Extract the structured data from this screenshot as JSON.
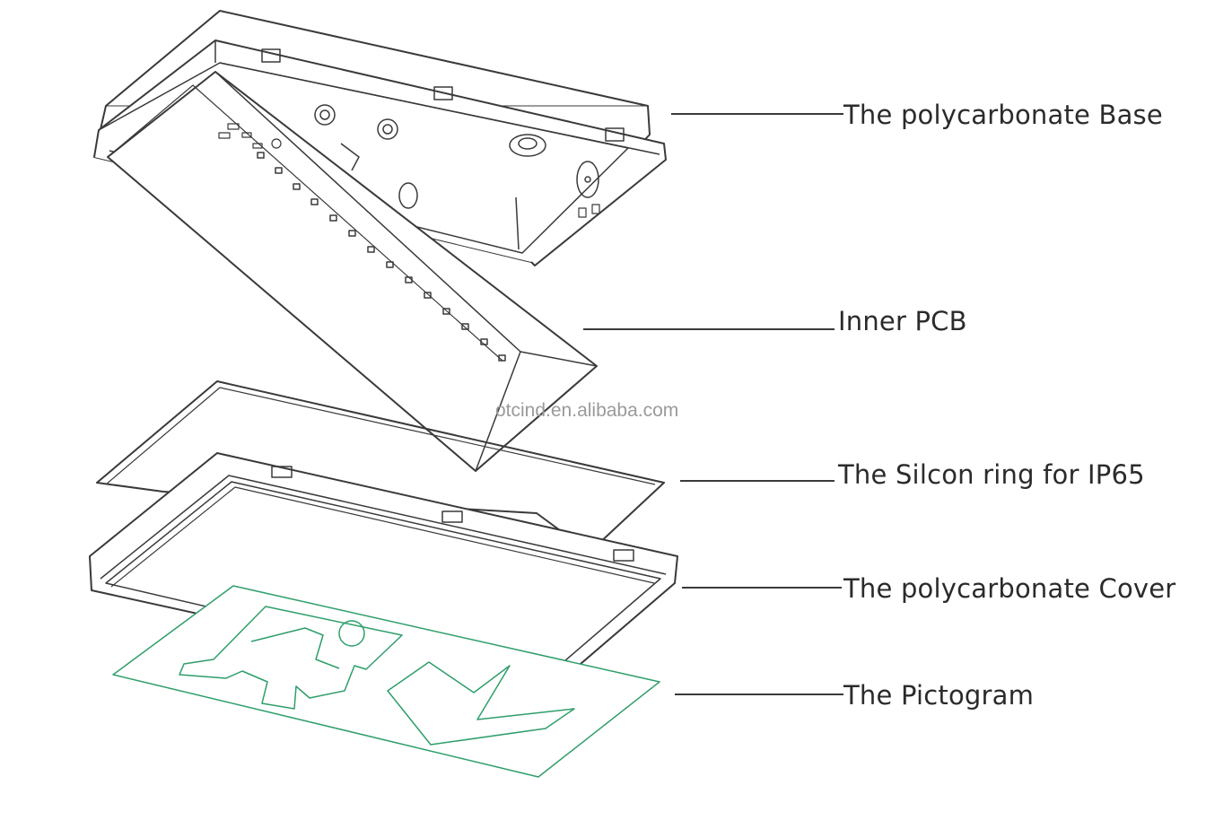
{
  "labels": {
    "base": "The polycarbonate Base",
    "pcb": "Inner PCB",
    "ring": "The Silcon ring for IP65",
    "cover": "The polycarbonate Cover",
    "pictogram": "The Pictogram"
  },
  "watermark": "otcind.en.alibaba.com",
  "colors": {
    "line_art": "#3a3a3a",
    "pictogram": "#2e9e6a",
    "text": "#2b2b2b",
    "watermark": "#9a9a9a"
  }
}
